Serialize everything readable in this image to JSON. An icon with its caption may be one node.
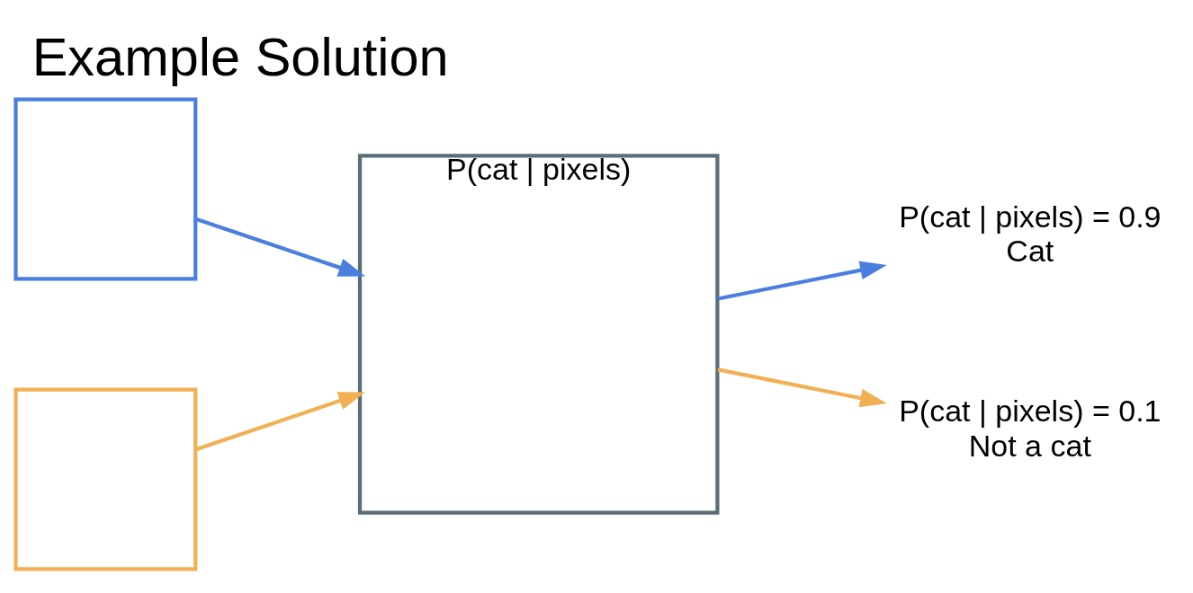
{
  "diagram": {
    "title": "Example Solution",
    "nodes": [
      {
        "text": [],
        "shape": "box"
      },
      {
        "text": [],
        "shape": "box"
      },
      {
        "text": [
          "P(cat | pixels)"
        ]
      },
      {
        "text": [
          "P(cat | pixels) = 0.9"
        ],
        "beside": [
          "Cat"
        ]
      },
      {
        "text": [
          "P(cat | pixels) = 0.1"
        ],
        "beside": [
          "Not a cat"
        ]
      }
    ],
    "edges": [
      {
        "from": 0,
        "to": 2,
        "arrow": "to",
        "color": "#4a7fe0"
      },
      {
        "from": 1,
        "to": 2,
        "arrow": "to",
        "color": "#f2b055"
      },
      {
        "from": 2,
        "to": 3,
        "arrow": "to",
        "color": "#4a7fe0"
      },
      {
        "from": 2,
        "to": 4,
        "arrow": "to",
        "color": "#f2b055"
      }
    ]
  }
}
